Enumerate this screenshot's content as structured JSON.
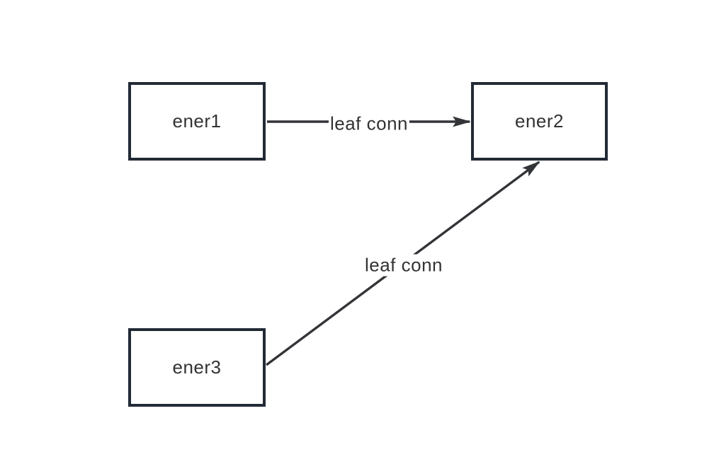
{
  "diagram": {
    "nodes": [
      {
        "id": "ener1",
        "label": "ener1"
      },
      {
        "id": "ener2",
        "label": "ener2"
      },
      {
        "id": "ener3",
        "label": "ener3"
      }
    ],
    "edges": [
      {
        "from": "ener1",
        "to": "ener2",
        "label": "leaf conn",
        "direction": "horizontal"
      },
      {
        "from": "ener3",
        "to": "ener2",
        "label": "leaf conn",
        "direction": "diagonal"
      }
    ],
    "colors": {
      "background": "#ffffff",
      "node_border": "#222a35",
      "node_fill": "#ffffff",
      "edge_stroke": "#323438",
      "text": "#333333"
    }
  }
}
